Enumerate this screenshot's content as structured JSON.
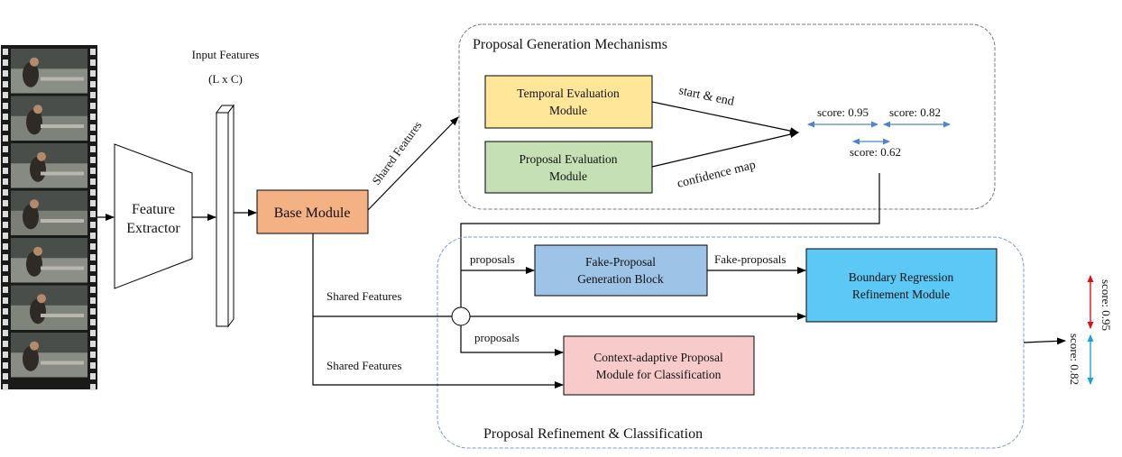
{
  "input": {
    "title_line1": "Input Features",
    "title_line2": "(L x C)"
  },
  "feature_extractor": {
    "line1": "Feature",
    "line2": "Extractor"
  },
  "base_module": {
    "label": "Base Module"
  },
  "generation": {
    "title": "Proposal Generation Mechanisms",
    "shared_features": "Shared Features",
    "temporal_line1": "Temporal Evaluation",
    "temporal_line2": "Module",
    "proposal_eval_line1": "Proposal Evaluation",
    "proposal_eval_line2": "Module",
    "start_end": "start & end",
    "confidence_map": "confidence map",
    "score_a": "score: 0.95",
    "score_b": "score: 0.82",
    "score_c": "score: 0.62"
  },
  "refinement": {
    "title": "Proposal Refinement & Classification",
    "proposals_top": "proposals",
    "proposals_bottom": "proposals",
    "fake_line1": "Fake-Proposal",
    "fake_line2": "Generation Block",
    "fake_proposals": "Fake-proposals",
    "brm_line1": "Boundary Regression",
    "brm_line2": "Refinement Module",
    "cap_line1": "Context-adaptive Proposal",
    "cap_line2": "Module for Classification",
    "shared_features_1": "Shared Features",
    "shared_features_2": "Shared Features"
  },
  "output": {
    "score_red": "score: 0.95",
    "score_blue": "score: 0.82"
  },
  "colors": {
    "temporal_fill": "#FFE699",
    "proposal_eval_fill": "#C5E0B4",
    "base_fill": "#F4B183",
    "fake_fill": "#9DC3E6",
    "brm_fill": "#5BC8F5",
    "cap_fill": "#F8CBCB",
    "score_arrow_blue": "#4A86C8",
    "out_red": "#E0101A",
    "out_blue": "#14A6DA"
  }
}
